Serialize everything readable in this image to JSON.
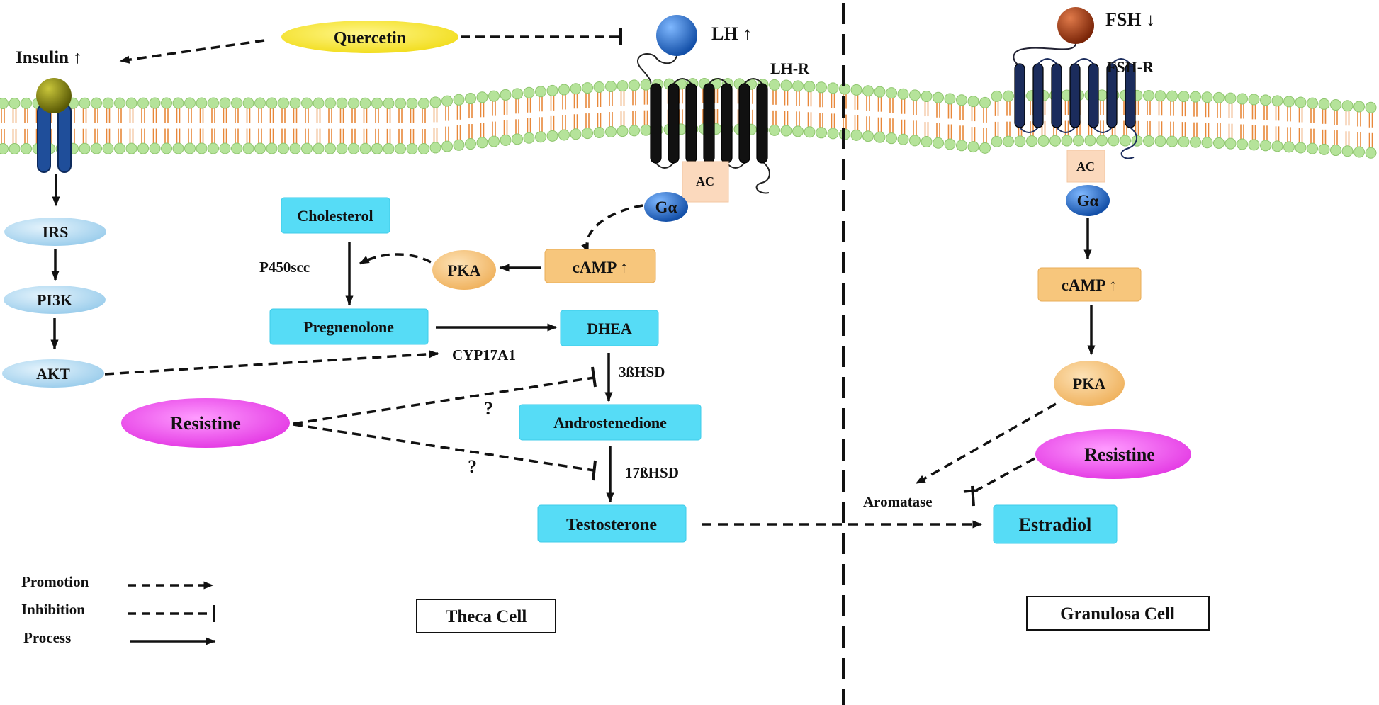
{
  "signals": {
    "insulin": "Insulin ↑",
    "quercetin": "Quercetin",
    "lh": "LH ↑",
    "lh_receptor": "LH-R",
    "fsh": "FSH ↓",
    "fsh_receptor": "FSH-R"
  },
  "theca": {
    "ac": "AC",
    "g_alpha": "Gα",
    "camp": "cAMP ↑",
    "pka": "PKA",
    "cholesterol": "Cholesterol",
    "p450scc": "P450scc",
    "pregnenolone": "Pregnenolone",
    "dhea": "DHEA",
    "cyp17a1": "CYP17A1",
    "hsd3b": "3ßHSD",
    "androstenedione": "Androstenedione",
    "hsd17b": "17ßHSD",
    "testosterone": "Testosterone",
    "resistine": "Resistine",
    "unknown_mark": "?",
    "label": "Theca Cell"
  },
  "insulin_pathway": {
    "irs": "IRS",
    "pi3k": "PI3K",
    "akt": "AKT"
  },
  "granulosa": {
    "ac": "AC",
    "g_alpha": "Gα",
    "camp": "cAMP ↑",
    "pka": "PKA",
    "aromatase": "Aromatase",
    "estradiol": "Estradiol",
    "resistine": "Resistine",
    "label": "Granulosa Cell"
  },
  "legend": {
    "promotion": "Promotion",
    "inhibition": "Inhibition",
    "process": "Process"
  },
  "colors": {
    "cyan_box": "#56dcf6",
    "orange_box": "#f7c67c",
    "pka_fill": "#f6c27a",
    "pill_blue": "#b8ddf2",
    "g_alpha_blue": "#1c6fd0",
    "resistine_magenta": "#ee44ee",
    "quercetin_yellow": "#f2e32a",
    "lh_blue": "#2a7ad6",
    "fsh_brown": "#a23a12",
    "insulin_olive": "#7a7a0a",
    "receptor_black": "#111111",
    "receptor_navy": "#1b2c5c",
    "membrane_green": "#b5e39a",
    "membrane_orange": "#e8883a",
    "ac_peach": "#fbd9bd"
  }
}
